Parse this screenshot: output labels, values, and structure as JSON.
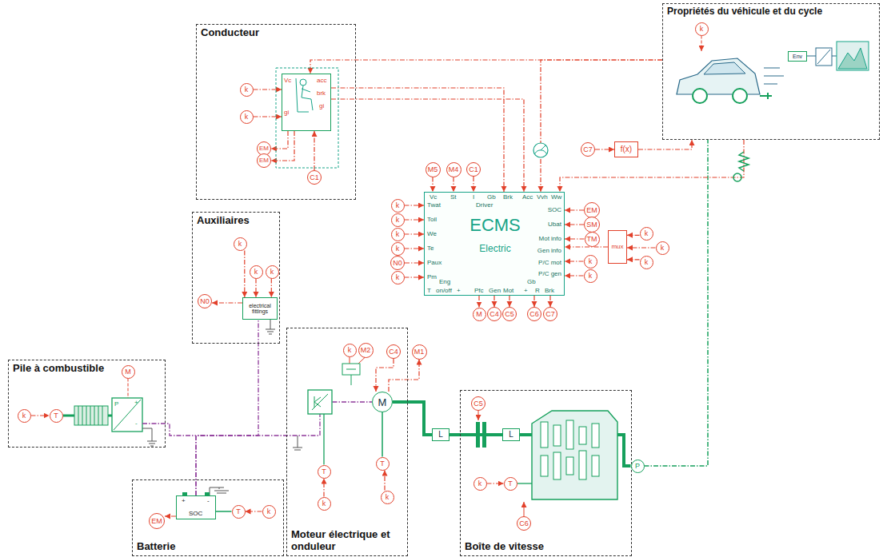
{
  "diagram": {
    "nodes": [
      {
        "text": [
          "Conducteur"
        ]
      },
      {
        "text": [
          "k"
        ],
        "in": 0
      },
      {
        "text": [
          "k"
        ],
        "in": 0
      },
      {
        "text": [
          "Vc",
          "gi",
          "acc",
          "brk",
          "gi"
        ],
        "in": 0
      },
      {
        "text": [
          "EM"
        ],
        "in": 0
      },
      {
        "text": [
          "EM"
        ],
        "in": 0
      },
      {
        "text": [
          "C1"
        ],
        "in": 0
      },
      {
        "text": [
          "Propriétés du véhicule et du cycle"
        ]
      },
      {
        "text": [
          "k"
        ],
        "in": 7
      },
      {
        "text": [
          "Env"
        ],
        "in": 7
      },
      {
        "text": [
          "ECMS",
          "Electric",
          "Vc",
          "St",
          "I",
          "Gb",
          "Brk",
          "Acc",
          "Vvh",
          "Ww",
          "Driver",
          "Twat",
          "Toil",
          "We",
          "Te",
          "Paux",
          "Pm",
          "SOC",
          "Ubat",
          "Mot info",
          "Gen info",
          "P/C mot",
          "P/C gen",
          "Eng",
          "T",
          "on/off",
          "+",
          "Pfc",
          "Gen",
          "Mot",
          "Gb",
          "+",
          "R",
          "Brk"
        ]
      },
      {
        "text": [
          "M5"
        ]
      },
      {
        "text": [
          "M4"
        ]
      },
      {
        "text": [
          "C1"
        ]
      },
      {
        "text": [
          "C7"
        ]
      },
      {
        "text": [
          "f(x)"
        ]
      },
      {
        "text": [
          "k"
        ]
      },
      {
        "text": [
          "k"
        ]
      },
      {
        "text": [
          "k"
        ]
      },
      {
        "text": [
          "k"
        ]
      },
      {
        "text": [
          "N0"
        ]
      },
      {
        "text": [
          "k"
        ]
      },
      {
        "text": [
          "EM"
        ]
      },
      {
        "text": [
          "SM"
        ]
      },
      {
        "text": [
          "TM"
        ]
      },
      {
        "text": [
          "mux"
        ]
      },
      {
        "text": [
          "k"
        ]
      },
      {
        "text": [
          "k"
        ]
      },
      {
        "text": [
          "k"
        ]
      },
      {
        "text": [
          "k"
        ]
      },
      {
        "text": [
          "k"
        ]
      },
      {
        "text": [
          "M"
        ]
      },
      {
        "text": [
          "C4"
        ]
      },
      {
        "text": [
          "C5"
        ]
      },
      {
        "text": [
          "C6"
        ]
      },
      {
        "text": [
          "C7"
        ]
      },
      {
        "text": [
          "Auxiliaires"
        ]
      },
      {
        "text": [
          "k"
        ],
        "in": 36
      },
      {
        "text": [
          "k"
        ],
        "in": 36
      },
      {
        "text": [
          "k"
        ],
        "in": 36
      },
      {
        "text": [
          "N0"
        ],
        "in": 36
      },
      {
        "text": [
          "electrical fittings"
        ],
        "in": 36
      },
      {
        "text": [
          "Pile à combustible"
        ]
      },
      {
        "text": [
          "M"
        ],
        "in": 42
      },
      {
        "text": [
          "k"
        ],
        "in": 42
      },
      {
        "text": [
          "T"
        ],
        "in": 42
      },
      {
        "text": [
          "Batterie"
        ]
      },
      {
        "text": [
          "+",
          "-",
          "SOC"
        ],
        "in": 46
      },
      {
        "text": [
          "EM"
        ],
        "in": 46
      },
      {
        "text": [
          "T"
        ],
        "in": 46
      },
      {
        "text": [
          "k"
        ],
        "in": 46
      },
      {
        "text": [
          "Moteur électrique et onduleur"
        ]
      },
      {
        "text": [
          "k"
        ],
        "in": 51
      },
      {
        "text": [
          "M2"
        ],
        "in": 51
      },
      {
        "text": [
          "C4"
        ],
        "in": 51
      },
      {
        "text": [
          "M1"
        ]
      },
      {
        "text": [
          "M"
        ],
        "in": 51
      },
      {
        "text": [
          "T"
        ],
        "in": 51
      },
      {
        "text": [
          "k"
        ],
        "in": 51
      },
      {
        "text": [
          "T"
        ],
        "in": 51
      },
      {
        "text": [
          "k"
        ],
        "in": 51
      },
      {
        "text": [
          "L"
        ]
      },
      {
        "text": [
          "Boîte de vitesse"
        ]
      },
      {
        "text": [
          "C5"
        ],
        "in": 62
      },
      {
        "text": [
          "L"
        ],
        "in": 62
      },
      {
        "text": [
          "k"
        ],
        "in": 62
      },
      {
        "text": [
          "T"
        ],
        "in": 62
      },
      {
        "text": [
          "C6"
        ],
        "in": 62
      },
      {
        "text": [
          "P"
        ]
      }
    ],
    "edges": [
      {
        "from": 1,
        "to": 3,
        "arrow": "to"
      },
      {
        "from": 2,
        "to": 3,
        "arrow": "to"
      },
      {
        "from": 6,
        "to": 3,
        "arrow": "to"
      },
      {
        "from": 3,
        "to": 4,
        "arrow": "to"
      },
      {
        "from": 3,
        "to": 5,
        "arrow": "to"
      },
      {
        "from": 3,
        "to": 10,
        "arrow": "to"
      },
      {
        "from": 3,
        "to": 10,
        "arrow": "to"
      },
      {
        "from": 7,
        "to": 3,
        "arrow": "to"
      },
      {
        "from": 7,
        "to": 10,
        "arrow": "to"
      },
      {
        "from": 14,
        "to": 15,
        "arrow": "to"
      },
      {
        "from": 15,
        "to": 7,
        "arrow": "to"
      },
      {
        "from": 11,
        "to": 10,
        "arrow": "to"
      },
      {
        "from": 12,
        "to": 10,
        "arrow": "to"
      },
      {
        "from": 13,
        "to": 10,
        "arrow": "to"
      },
      {
        "from": 16,
        "to": 10,
        "arrow": "to"
      },
      {
        "from": 17,
        "to": 10,
        "arrow": "to"
      },
      {
        "from": 18,
        "to": 10,
        "arrow": "to"
      },
      {
        "from": 19,
        "to": 10,
        "arrow": "to"
      },
      {
        "from": 20,
        "to": 10,
        "arrow": "to"
      },
      {
        "from": 21,
        "to": 10,
        "arrow": "to"
      },
      {
        "from": 22,
        "to": 10,
        "arrow": "to"
      },
      {
        "from": 23,
        "to": 10,
        "arrow": "to"
      },
      {
        "from": 24,
        "to": 10,
        "arrow": "to"
      },
      {
        "from": 26,
        "to": 25,
        "arrow": "to"
      },
      {
        "from": 27,
        "to": 25,
        "arrow": "to"
      },
      {
        "from": 28,
        "to": 25,
        "arrow": "to"
      },
      {
        "from": 25,
        "to": 10,
        "arrow": "to"
      },
      {
        "from": 29,
        "to": 10,
        "arrow": "to"
      },
      {
        "from": 30,
        "to": 10,
        "arrow": "to"
      },
      {
        "from": 10,
        "to": 31,
        "arrow": "to"
      },
      {
        "from": 10,
        "to": 32,
        "arrow": "to"
      },
      {
        "from": 10,
        "to": 33,
        "arrow": "to"
      },
      {
        "from": 10,
        "to": 34,
        "arrow": "to"
      },
      {
        "from": 10,
        "to": 35,
        "arrow": "to"
      },
      {
        "from": 37,
        "to": 41,
        "arrow": "to"
      },
      {
        "from": 38,
        "to": 41,
        "arrow": "to"
      },
      {
        "from": 39,
        "to": 41,
        "arrow": "to"
      },
      {
        "from": 41,
        "to": 40,
        "arrow": "to"
      },
      {
        "from": 47,
        "to": 41,
        "arrow": "none"
      },
      {
        "from": 47,
        "to": 56,
        "arrow": "none"
      },
      {
        "from": 54,
        "to": 56,
        "arrow": "to"
      },
      {
        "from": 56,
        "to": 55,
        "arrow": "to"
      },
      {
        "from": 58,
        "to": 57,
        "arrow": "to"
      },
      {
        "from": 60,
        "to": 59,
        "arrow": "to"
      },
      {
        "from": 59,
        "to": 56,
        "arrow": "none"
      },
      {
        "from": 56,
        "to": 61,
        "arrow": "none"
      },
      {
        "from": 61,
        "to": 64,
        "arrow": "none"
      },
      {
        "from": 64,
        "to": 68,
        "arrow": "none"
      },
      {
        "from": 68,
        "to": 7,
        "arrow": "none"
      },
      {
        "from": 7,
        "to": 10,
        "arrow": "to"
      },
      {
        "from": 50,
        "to": 49,
        "arrow": "to"
      },
      {
        "from": 49,
        "to": 47,
        "arrow": "none"
      },
      {
        "from": 47,
        "to": 48,
        "arrow": "to"
      },
      {
        "from": 44,
        "to": 45,
        "arrow": "to"
      },
      {
        "from": 65,
        "to": 66,
        "arrow": "to"
      }
    ],
    "labels": [
      "P",
      "+",
      "-"
    ]
  }
}
